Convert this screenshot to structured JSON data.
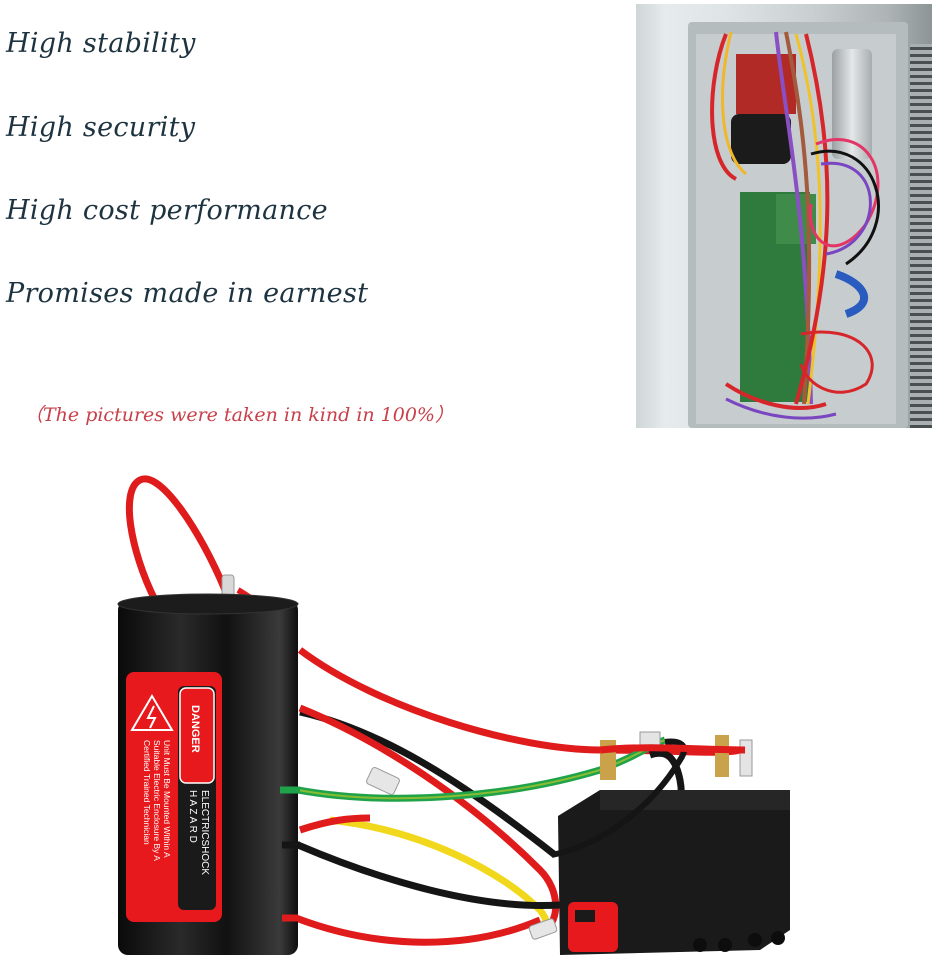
{
  "features": [
    "High stability",
    "High security",
    "High cost performance",
    "Promises made in earnest"
  ],
  "caption": "（The pictures were taken in kind in 100%）",
  "photos": {
    "installation_photo": "ac-unit-interior-wiring",
    "product_photo": "hard-start-kit-capacitor-relay"
  },
  "capacitor_label": {
    "danger": "DANGER",
    "hazard_line1": "ELECTRICSHOCK",
    "hazard_line2": "H A Z A R D",
    "warning_lines": [
      "Unit Must Be Mounted Within A",
      "Suitable Electric Enclosure By A",
      "Certified Trained Technician"
    ]
  },
  "colors": {
    "feature_text": "#1e3340",
    "caption_text": "#c8404a",
    "label_red": "#e8191c",
    "wire_red": "#e01b1b",
    "wire_green": "#1fa34a",
    "wire_yellow": "#f2d81c",
    "wire_black": "#151515"
  }
}
